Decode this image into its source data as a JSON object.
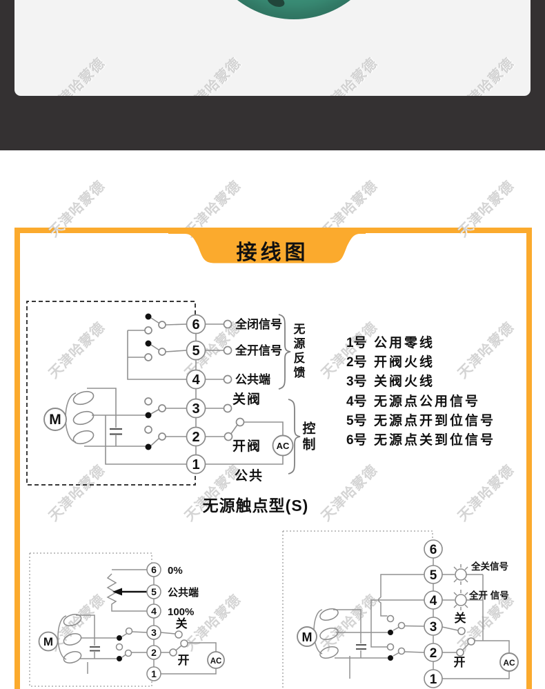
{
  "watermark": {
    "text": "天津哈蒙德"
  },
  "hero": {
    "band_color": "#343132",
    "card_color": "#f3f3f3",
    "product_color": "#3a8d76"
  },
  "banner": {
    "title": "接线图",
    "accent_color": "#fbaa2d"
  },
  "main_diagram": {
    "terminals": [
      "6",
      "5",
      "4",
      "3",
      "2",
      "1"
    ],
    "terminal_labels": [
      "全闭信号",
      "全开信号",
      "公共端",
      "关阀",
      "开阀",
      "公共"
    ],
    "motor_label": "M",
    "ac_label": "AC",
    "feedback_group_label": "无源反馈",
    "control_group_label": "控制",
    "caption": "无源触点型(S)"
  },
  "terminal_list": [
    {
      "no": "1号",
      "desc": "公用零线"
    },
    {
      "no": "2号",
      "desc": "开阀火线"
    },
    {
      "no": "3号",
      "desc": "关阀火线"
    },
    {
      "no": "4号",
      "desc": "无源点公用信号"
    },
    {
      "no": "5号",
      "desc": "无源点开到位信号"
    },
    {
      "no": "6号",
      "desc": "无源点关到位信号"
    }
  ],
  "left_diagram": {
    "terminals": [
      "6",
      "5",
      "4",
      "3",
      "2",
      "1"
    ],
    "labels": {
      "t6": "0%",
      "t5": "公共端",
      "t4": "100%",
      "t3": "关",
      "t2": "开"
    },
    "motor_label": "M",
    "ac_label": "AC"
  },
  "right_diagram": {
    "terminals": [
      "6",
      "5",
      "4",
      "3",
      "2",
      "1"
    ],
    "labels": {
      "t5": "全关信号",
      "t4": "全开 信号",
      "t3": "关",
      "t2": "开"
    },
    "motor_label": "M",
    "ac_label": "AC"
  }
}
